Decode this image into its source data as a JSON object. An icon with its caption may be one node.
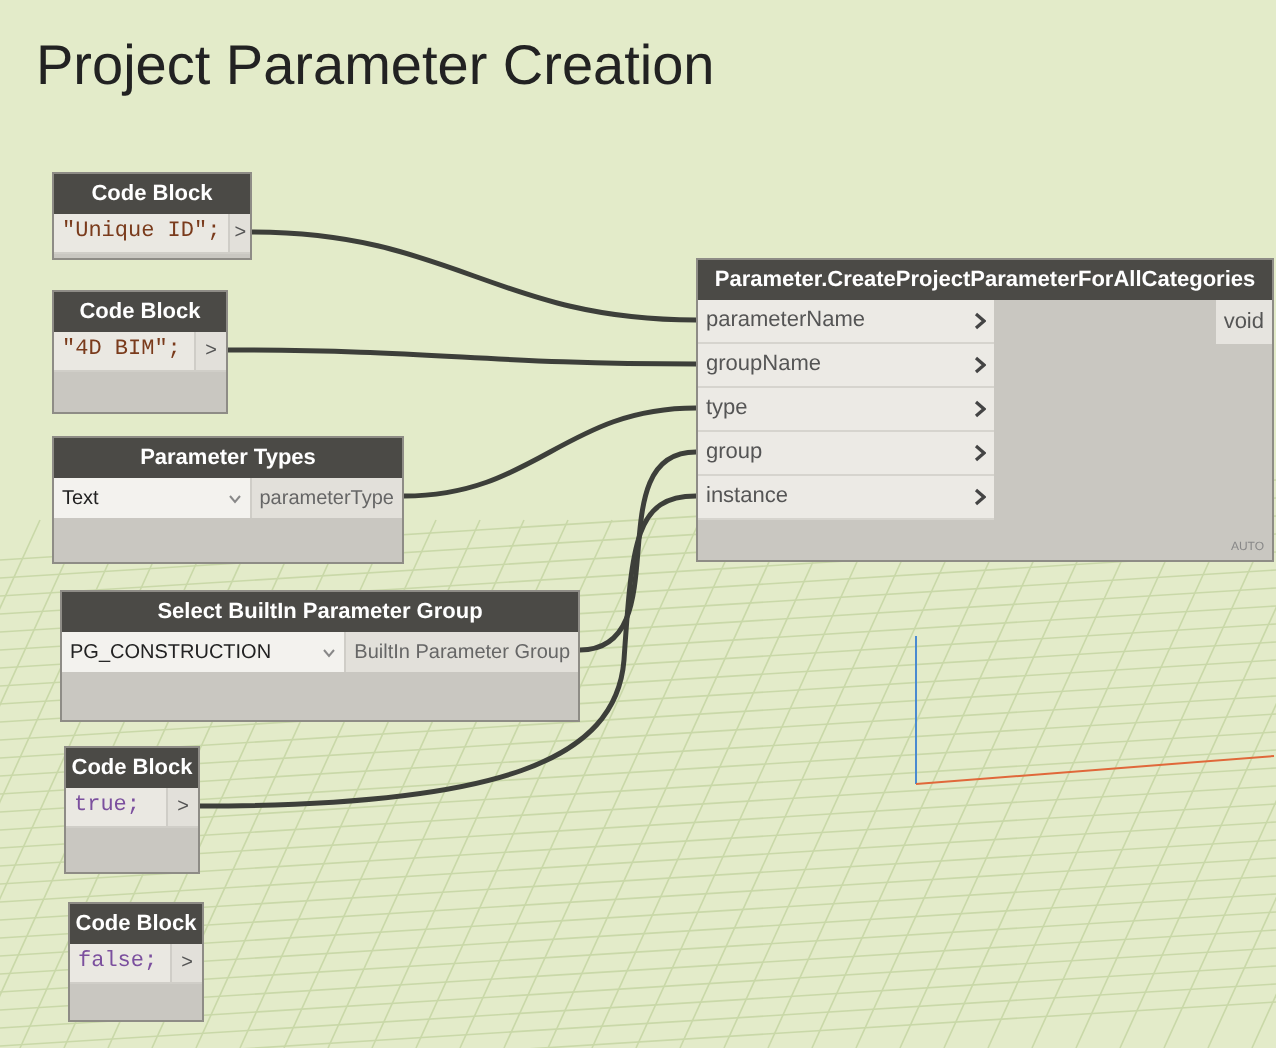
{
  "diagram": {
    "title": "Project Parameter Creation",
    "nodes": [
      {
        "text": [
          "Code Block",
          "\"Unique ID\";",
          ">"
        ]
      },
      {
        "text": [
          "Code Block",
          "\"4D BIM\";",
          ">"
        ]
      },
      {
        "text": [
          "Parameter Types",
          "Text",
          "parameterType"
        ]
      },
      {
        "text": [
          "Select BuiltIn Parameter Group",
          "PG_CONSTRUCTION",
          "BuiltIn Parameter Group"
        ]
      },
      {
        "text": [
          "Code Block",
          "true;",
          ">"
        ]
      },
      {
        "text": [
          "Code Block",
          "false;",
          ">"
        ]
      },
      {
        "text": [
          "Parameter.CreateProjectParameterForAllCategories",
          "parameterName",
          "groupName",
          "type",
          "group",
          "instance",
          "void",
          "AUTO"
        ]
      }
    ],
    "edges": [
      {
        "from": 0,
        "to": 6,
        "arrow": "none"
      },
      {
        "from": 1,
        "to": 6,
        "arrow": "none"
      },
      {
        "from": 2,
        "to": 6,
        "arrow": "none"
      },
      {
        "from": 3,
        "to": 6,
        "arrow": "none"
      },
      {
        "from": 4,
        "to": 6,
        "arrow": "none"
      }
    ]
  }
}
